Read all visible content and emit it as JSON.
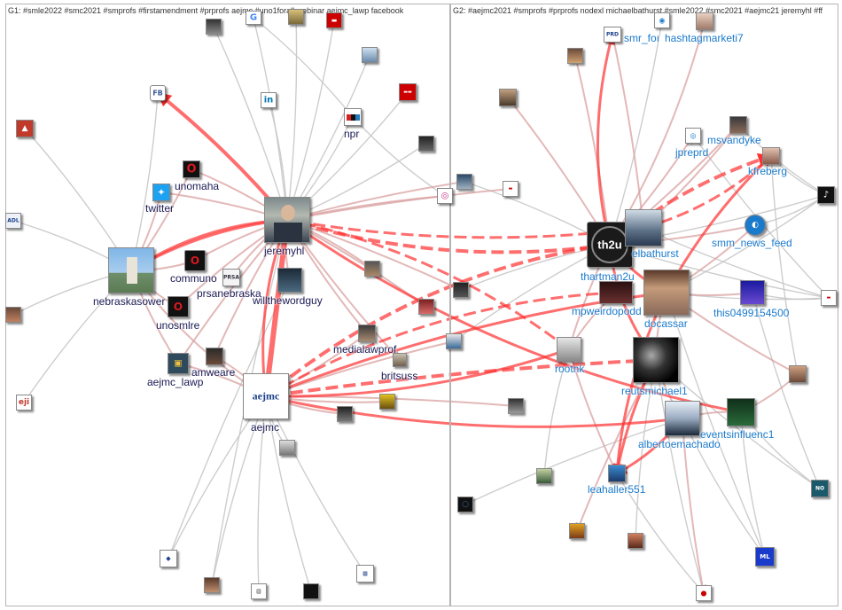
{
  "groups": [
    {
      "id": "g1",
      "title": "G1: #smle2022 #smc2021 #smprofs #firstamendment #prprofs aejmc #uno1forall webinar aejmc_lawp facebook"
    },
    {
      "id": "g2",
      "title": "G2: #aejmc2021 #smprofs #prprofs nodexl michaelbathurst #smle2022 #smc2021 #aejmc21 jeremyhl #ff"
    }
  ],
  "colors": {
    "edge_strong": "#ff3030",
    "edge_medium": "#d9a0a0",
    "edge_weak": "#c8c8c8",
    "label_g1": "#1a1a55",
    "label_g2": "#1a7acc"
  },
  "labels": {
    "nebraskasower": "nebraskasower",
    "twitter": "twitter",
    "unomaha": "unomaha",
    "communo": "communo",
    "prsanebraska": "prsanebraska",
    "unosmlre": "unosmlre",
    "aejmc_lawp": "aejmc_lawp",
    "amweare": "amweare",
    "jeremyhl": "jeremyhl",
    "willthewordguy": "willthewordguy",
    "npr": "npr",
    "medialawprof": "medialawprof",
    "britsuss": "britsuss",
    "aejmc": "aejmc",
    "smr_fo": "smr_foı",
    "hashtagmarketi7": "hashtagmarketi7",
    "msvandyke": "msvandyke",
    "jpreprd": "jpreprd",
    "kfreberg": "kfreberg",
    "smm_news_feed": "smm_news_feed",
    "thartman2u": "thartman2u",
    "elbathurst": "elbathurst",
    "mpweirdopodd": "mpweirdopodd",
    "docassar": "docassar",
    "this0499154500": "this0499154500",
    "rootnk": "rootnk",
    "reutsmichael1": "reutsmichael1",
    "albertoemachado": "albertoemachado",
    "eventsinfluenc1": "eventsinfluenc1",
    "leahaller551": "leahaller551"
  },
  "node_text": {
    "th2u": "th2u",
    "aejmc_logo": "aejmc",
    "o": "O",
    "fb": "FB",
    "in": "in",
    "adl": "ADL",
    "eji": "eji",
    "prd": "PRD",
    "ml": "ML",
    "nd": "NO"
  }
}
